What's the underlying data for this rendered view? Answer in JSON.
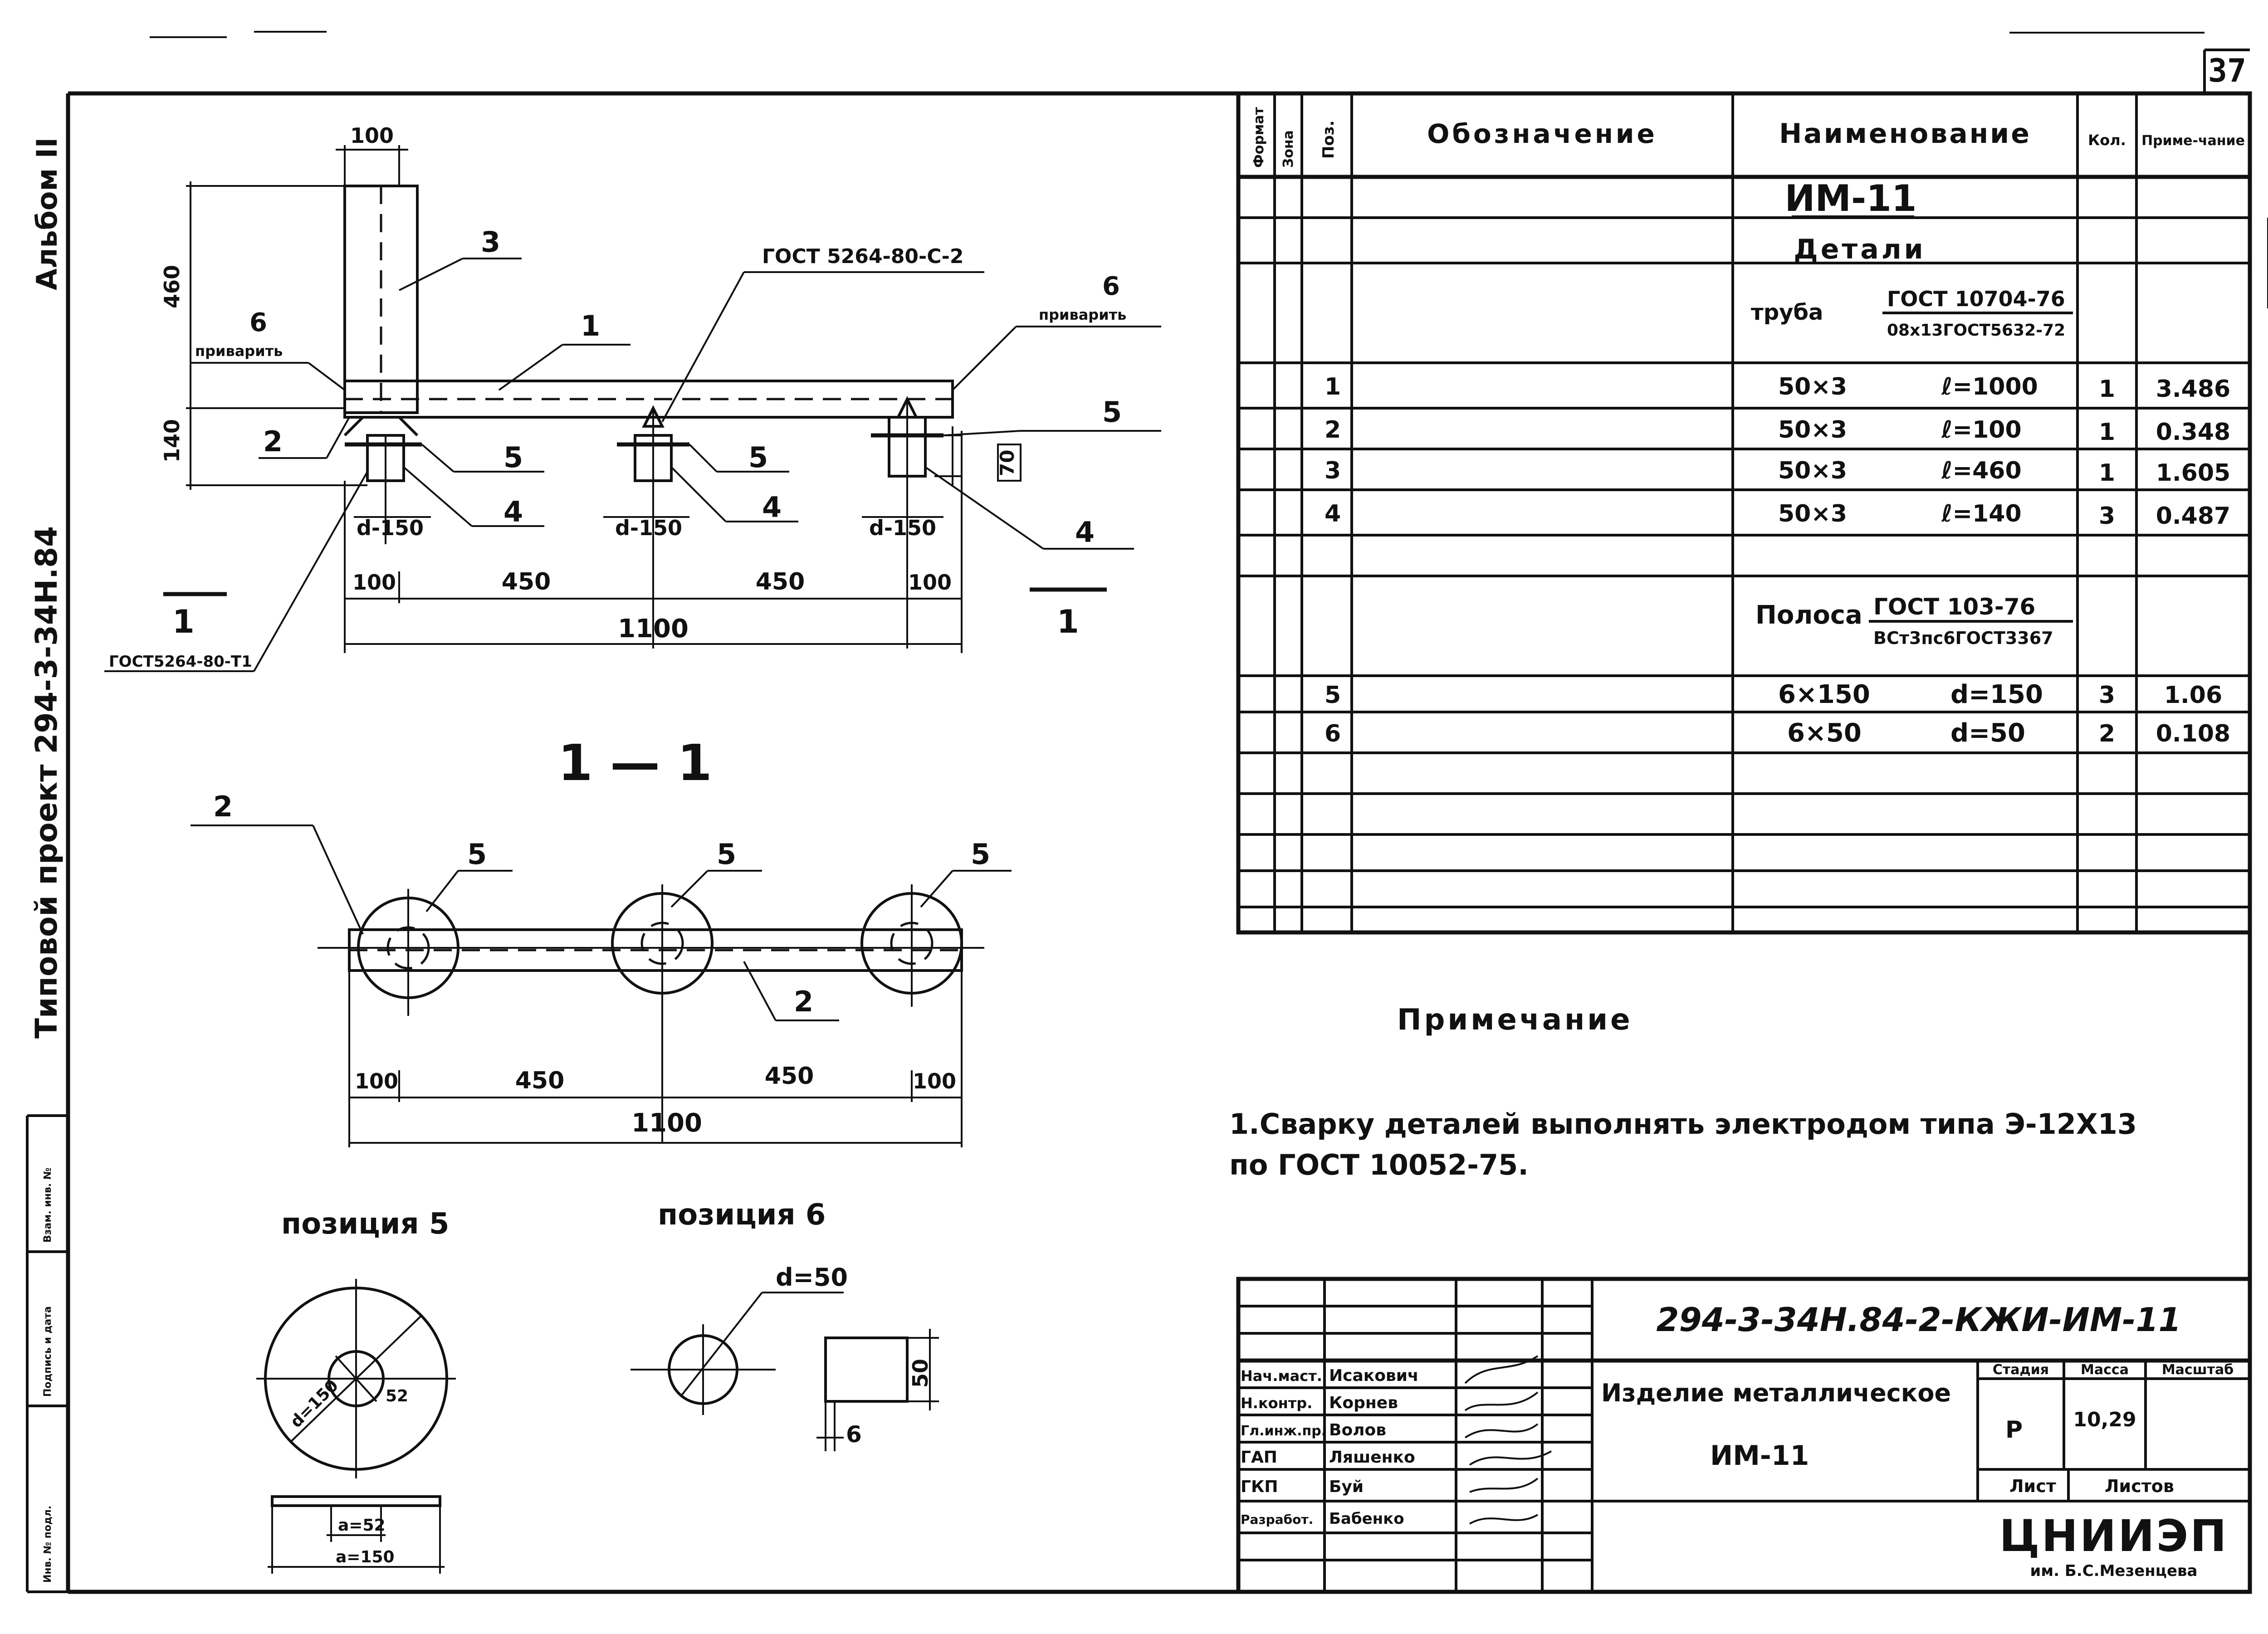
{
  "sheet": {
    "number": "37"
  },
  "side": {
    "album": "Альбом II",
    "project": "Типовой проект 294-3-34Н.84",
    "stamp_cells": [
      "Взам. инв. №",
      "Подпись и дата",
      "Инв. № подл."
    ]
  },
  "drawing": {
    "dims": {
      "d100_top": "100",
      "d460": "460",
      "d140": "140",
      "d70": "70",
      "bot_a": "100",
      "bot_b": "450",
      "bot_c": "450",
      "bot_d": "100",
      "total": "1100",
      "d150_a": "d-150",
      "d150_b": "d-150",
      "d150_c": "d-150"
    },
    "callouts": {
      "p3": "3",
      "p1": "1",
      "p6l": "6",
      "p6r": "6",
      "p2": "2",
      "p5a": "5",
      "p5b": "5",
      "p5c": "5",
      "p4a": "4",
      "p4b": "4",
      "p4c": "4",
      "weld_left": "приварить",
      "weld_right": "приварить",
      "gost_weld": "ГОСТ 5264-80-С-2",
      "gost_t1": "ГОСТ5264-80-Т1",
      "sec_left": "1",
      "sec_right": "1"
    },
    "section": {
      "title": "1 — 1",
      "p2a": "2",
      "p2b": "2",
      "p5a": "5",
      "p5b": "5",
      "p5c": "5",
      "d_a": "100",
      "d_b": "450",
      "d_c": "450",
      "d_d": "100",
      "total": "1100"
    },
    "pos5": {
      "title": "позиция 5",
      "d150": "d=150",
      "r52": "52",
      "a": "a=52",
      "b": "a=150"
    },
    "pos6": {
      "title": "позиция 6",
      "d": "d=50",
      "h": "50",
      "t": "6"
    }
  },
  "spec": {
    "headers": {
      "format": "Формат",
      "zone": "Зона",
      "pos": "Поз.",
      "designation": "Обозначение",
      "name": "Наименование",
      "qty": "Кол.",
      "note": "Приме-чание"
    },
    "title_main": "ИМ-11",
    "title_sub": "Детали",
    "pipe": {
      "label": "труба",
      "num": "ГОСТ 10704-76",
      "den": "08х13ГОСТ5632-72"
    },
    "strip": {
      "label": "Полоса",
      "num": "ГОСТ 103-76",
      "den": "ВСт3пс6ГОСТ3367"
    },
    "rows": [
      {
        "pos": "1",
        "size": "50×3",
        "len": "ℓ=1000",
        "qty": "1",
        "mass": "3.486"
      },
      {
        "pos": "2",
        "size": "50×3",
        "len": "ℓ=100",
        "qty": "1",
        "mass": "0.348"
      },
      {
        "pos": "3",
        "size": "50×3",
        "len": "ℓ=460",
        "qty": "1",
        "mass": "1.605"
      },
      {
        "pos": "4",
        "size": "50×3",
        "len": "ℓ=140",
        "qty": "3",
        "mass": "0.487"
      },
      {
        "pos": "5",
        "size": "6×150",
        "len": "d=150",
        "qty": "3",
        "mass": "1.06"
      },
      {
        "pos": "6",
        "size": "6×50",
        "len": "d=50",
        "qty": "2",
        "mass": "0.108"
      }
    ]
  },
  "notes": {
    "title": "Примечание",
    "line1": "1.Сварку деталей выполнять электродом типа Э-12Х13",
    "line2": "по ГОСТ 10052-75."
  },
  "title_block": {
    "code": "294-3-34Н.84-2-КЖИ-ИМ-11",
    "roles": [
      "Нач.маст.",
      "Н.контр.",
      "Гл.инж.пр.",
      "ГАП",
      "ГКП",
      "Разработ."
    ],
    "names": [
      "Исакович",
      "Корнев",
      "Волов",
      "Ляшенко",
      "Буй",
      "Бабенко"
    ],
    "item_line1": "Изделие металлическое",
    "item_line2": "ИМ-11",
    "stage_label": "Стадия",
    "mass_label": "Масса",
    "scale_label": "Масштаб",
    "stage": "Р",
    "mass": "10,29",
    "sheet_label": "Лист",
    "sheets_label": "Листов",
    "org": "ЦНИИЭП",
    "org_sub": "им. Б.С.Мезенцева"
  }
}
